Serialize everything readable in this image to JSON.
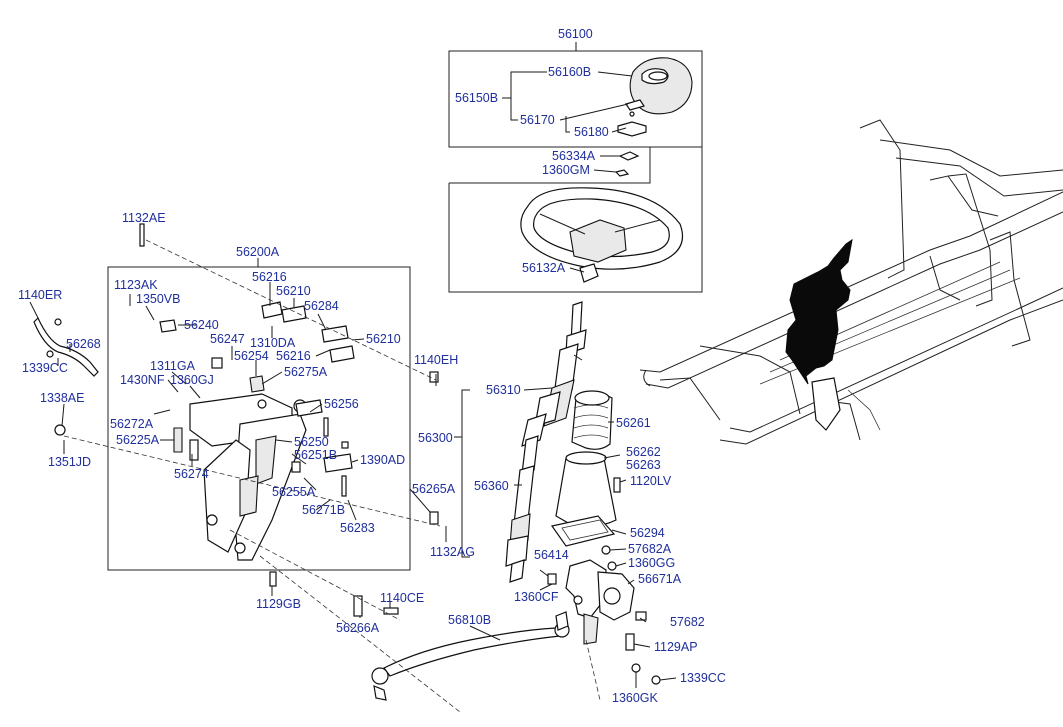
{
  "labels": {
    "l56100": "56100",
    "l56160B": "56160B",
    "l56150B": "56150B",
    "l56170": "56170",
    "l56180": "56180",
    "l56334A": "56334A",
    "l1360GM": "1360GM",
    "l56132A": "56132A",
    "l1132AE": "1132AE",
    "l56200A": "56200A",
    "l1140ER": "1140ER",
    "l1123AK": "1123AK",
    "l1350VB": "1350VB",
    "l56216a": "56216",
    "l56210a": "56210",
    "l56284": "56284",
    "l56210b": "56210",
    "l56240": "56240",
    "l56247": "56247",
    "l1310DA": "1310DA",
    "l56254": "56254",
    "l56216b": "56216",
    "l56268": "56268",
    "l1339CCa": "1339CC",
    "l1311GA": "1311GA",
    "l1430NF": "1430NF",
    "l1360GJ": "1360GJ",
    "l56275A": "56275A",
    "l1140EH": "1140EH",
    "l56310": "56310",
    "l1338AE": "1338AE",
    "l56272A": "56272A",
    "l56256": "56256",
    "l56225A": "56225A",
    "l56250": "56250",
    "l56251B": "56251B",
    "l1390AD": "1390AD",
    "l1351JD": "1351JD",
    "l56274": "56274",
    "l56300": "56300",
    "l56261": "56261",
    "l56262": "56262",
    "l56263": "56263",
    "l56255A": "56255A",
    "l56265A": "56265A",
    "l56360": "56360",
    "l1120LV": "1120LV",
    "l56271B": "56271B",
    "l56283": "56283",
    "l56294": "56294",
    "l1132AG": "1132AG",
    "l57682A": "57682A",
    "l56414": "56414",
    "l1360GG": "1360GG",
    "l56671A": "56671A",
    "l1129GB": "1129GB",
    "l1360CF": "1360CF",
    "l1140CE": "1140CE",
    "l56810B": "56810B",
    "l57682": "57682",
    "l56266A": "56266A",
    "l1129AP": "1129AP",
    "l1339CCb": "1339CC",
    "l1360GK": "1360GK"
  },
  "colors": {
    "label_text": "#1f2f9c",
    "line": "#1a1a1a",
    "background": "#ffffff"
  }
}
